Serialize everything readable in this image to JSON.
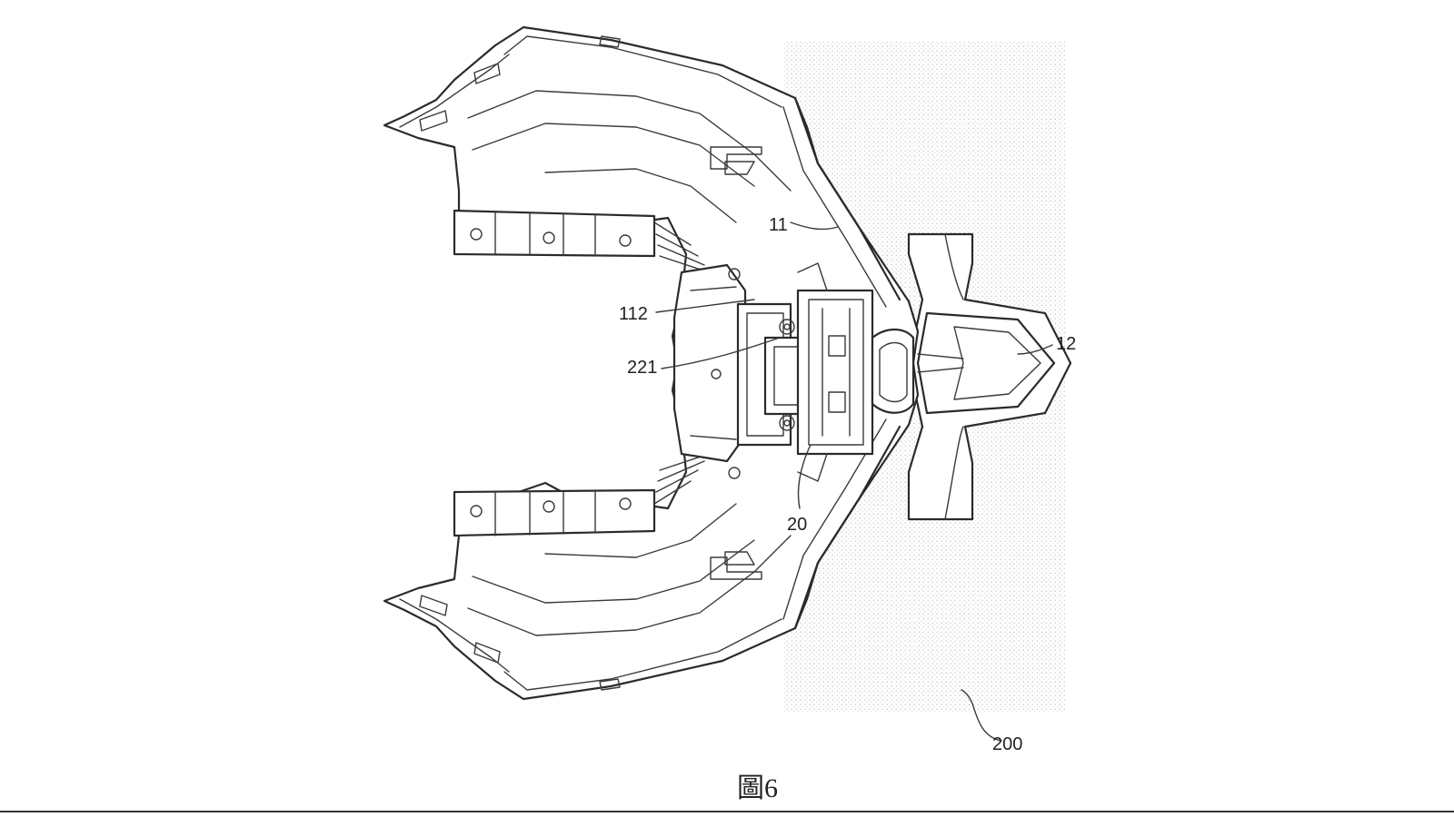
{
  "figure": {
    "caption": "圖6",
    "labels": [
      {
        "id": "11",
        "text": "11"
      },
      {
        "id": "12",
        "text": "12"
      },
      {
        "id": "112",
        "text": "112"
      },
      {
        "id": "221",
        "text": "221"
      },
      {
        "id": "20",
        "text": "20"
      },
      {
        "id": "200",
        "text": "200"
      }
    ]
  },
  "colors": {
    "line": "#2b2b2b",
    "stipple": "#c9c9c9",
    "background": "#ffffff"
  }
}
